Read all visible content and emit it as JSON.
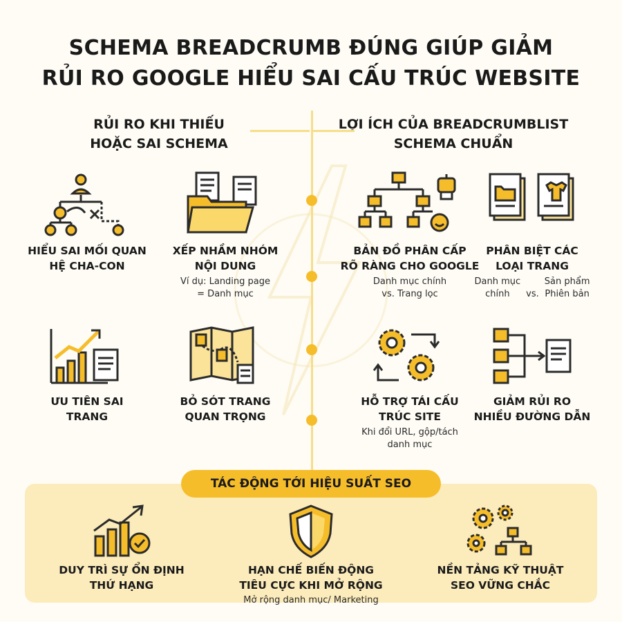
{
  "title": {
    "line1": "SCHEMA BREADCRUMB ĐÚNG GIÚP GIẢM",
    "line2": "RỦI RO GOOGLE HIỂU SAI CẤU TRÚC WEBSITE"
  },
  "left_column": {
    "heading_line1": "RỦI RO KHI THIẾU",
    "heading_line2": "HOẶC SAI SCHEMA",
    "items": [
      {
        "label_line1": "HIỂU SAI MỐI QUAN",
        "label_line2": "HỆ CHA-CON",
        "icon": "hierarchy-error-icon"
      },
      {
        "label_line1": "XẾP NHẦM NHÓM",
        "label_line2": "NỘI DUNG",
        "sub_line1": "Ví dụ: Landing page",
        "sub_line2": "= Danh mục",
        "icon": "folder-documents-icon"
      },
      {
        "label_line1": "ƯU TIÊN SAI",
        "label_line2": "TRANG",
        "icon": "chart-document-icon"
      },
      {
        "label_line1": "BỎ SÓT TRANG",
        "label_line2": "QUAN TRỌNG",
        "icon": "map-pages-icon"
      }
    ]
  },
  "right_column": {
    "heading_line1": "LỢI ÍCH CỦA BREADCRUMBLIST",
    "heading_line2": "SCHEMA CHUẨN",
    "items": [
      {
        "label_line1": "BẢN ĐỒ PHÂN CẤP",
        "label_line2": "RÕ RÀNG CHO GOOGLE",
        "sub_line1": "Danh mục chính",
        "sub_line2": "vs. Trang lọc",
        "icon": "sitemap-robot-icon"
      },
      {
        "label_line1": "PHÂN BIỆT CÁC",
        "label_line2": "LOẠI TRANG",
        "sub_a_line1": "Danh mục",
        "sub_a_line2": "chính",
        "sub_vs": "vs.",
        "sub_b_line1": "Sản phẩm",
        "sub_b_line2": "Phiên bản",
        "icon": "page-types-icon"
      },
      {
        "label_line1": "HỖ TRỢ TÁI CẤU",
        "label_line2": "TRÚC SITE",
        "sub_line1": "Khi đổi URL, gộp/tách",
        "sub_line2": "danh mục",
        "icon": "gears-cycle-icon"
      },
      {
        "label_line1": "GIẢM RỦI RO",
        "label_line2": "NHIỀU ĐƯỜNG DẪN",
        "icon": "paths-merge-icon"
      }
    ]
  },
  "seo_impact": {
    "heading": "TÁC ĐỘNG TỚI HIỆU SUẤT SEO",
    "items": [
      {
        "label_line1": "DUY TRÌ SỰ ỔN ĐỊNH",
        "label_line2": "THỨ HẠNG",
        "icon": "growth-check-icon"
      },
      {
        "label_line1": "HẠN CHẾ BIẾN ĐỘNG",
        "label_line2": "TIÊU CỰC KHI MỞ RỘNG",
        "sub": "Mở rộng danh mục/ Marketing",
        "icon": "shield-icon"
      },
      {
        "label_line1": "NỀN TẢNG KỸ THUẬT",
        "label_line2": "SEO VỮNG CHẮC",
        "icon": "gears-network-icon"
      }
    ]
  },
  "colors": {
    "accent": "#f6bd2b",
    "accent_light": "#fcecbc",
    "line": "#f7dd8a",
    "ink": "#2b2b2b"
  }
}
